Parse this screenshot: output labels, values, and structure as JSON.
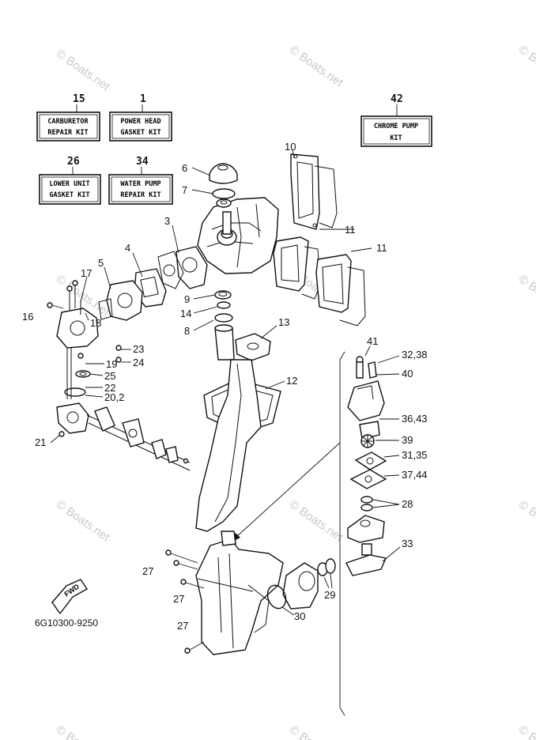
{
  "kits": [
    {
      "ref": "15",
      "line1": "CARBURETOR",
      "line2": "REPAIR KIT"
    },
    {
      "ref": "1",
      "line1": "POWER HEAD",
      "line2": "GASKET KIT"
    },
    {
      "ref": "42",
      "line1": "CHROME PUMP",
      "line2": "KIT"
    },
    {
      "ref": "26",
      "line1": "LOWER UNIT",
      "line2": "GASKET KIT"
    },
    {
      "ref": "34",
      "line1": "WATER PUMP",
      "line2": "REPAIR KIT"
    }
  ],
  "callouts": {
    "c6": "6",
    "c7": "7",
    "c10": "10",
    "c3": "3",
    "c11a": "11",
    "c11b": "11",
    "c4": "4",
    "c5": "5",
    "c17": "17",
    "c16": "16",
    "c18": "18",
    "c9": "9",
    "c14": "14",
    "c8": "8",
    "c13": "13",
    "c23": "23",
    "c24": "24",
    "c19": "19",
    "c25": "25",
    "c22": "22",
    "c20": "20,2",
    "c21": "21",
    "c12": "12",
    "c41": "41",
    "c32": "32,38",
    "c40": "40",
    "c36": "36,43",
    "c39": "39",
    "c31": "31,35",
    "c37": "37,44",
    "c28": "28",
    "c33": "33",
    "c27a": "27",
    "c27b": "27",
    "c27c": "27",
    "c29": "29",
    "c30": "30"
  },
  "fwd_label": "FWD",
  "diagram_code": "6G10300-9250",
  "watermark": "© Boats.net"
}
